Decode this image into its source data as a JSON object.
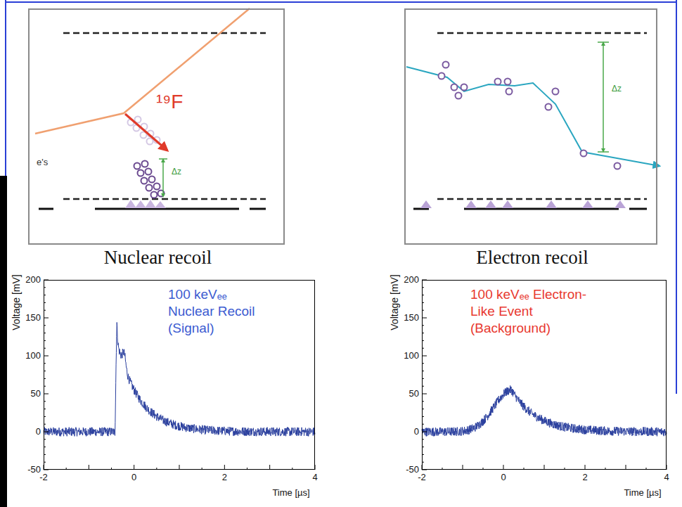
{
  "diagram": {
    "nodes": [
      {
        "text": [
          "¹⁹F",
          "e's",
          "Δz",
          "Nuclear recoil"
        ]
      },
      {
        "text": [
          "Δz",
          "Electron recoil"
        ]
      },
      {
        "text": [
          "100 keVₑₑ Nuclear Recoil (Signal)"
        ]
      },
      {
        "text": [
          "100 keVₑₑ Electron-Like Event (Background)"
        ]
      }
    ],
    "labels": [
      "Voltage [mV]",
      "200",
      "150",
      "100",
      "50",
      "0",
      "-50",
      "-2",
      "0",
      "2",
      "4",
      "Time [µs]",
      "Voltage [mV]",
      "200",
      "150",
      "100",
      "50",
      "0",
      "-50",
      "-2",
      "0",
      "2",
      "4",
      "Time [µs]"
    ]
  }
}
